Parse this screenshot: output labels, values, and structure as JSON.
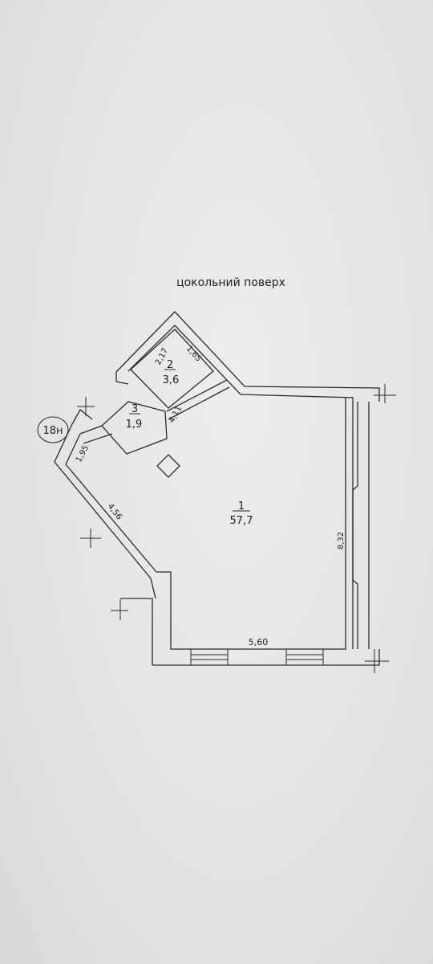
{
  "title": "цокольний поверх",
  "unit_marker": "18н",
  "rooms": [
    {
      "number": "1",
      "area": "57,7"
    },
    {
      "number": "2",
      "area": "3,6"
    },
    {
      "number": "3",
      "area": "1,9"
    }
  ],
  "dimensions": {
    "d_2_17": "2,17",
    "d_1_65": "1,65",
    "d_4_11": "4,11",
    "d_1_95": "1,95",
    "d_4_56": "4,56",
    "d_8_32": "8,32",
    "d_5_60": "5,60"
  }
}
